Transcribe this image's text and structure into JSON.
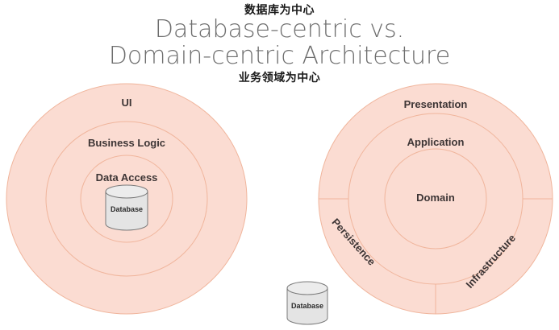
{
  "annotations": {
    "top_note": "数据库为中心",
    "bottom_note": "业务领域为中心"
  },
  "title": "Database-centric vs.\nDomain-centric Architecture",
  "colors": {
    "ring_fill": "#fbdcd2",
    "ring_stroke": "#f0b59c",
    "title_text": "#6e6e6e",
    "label_text": "#3d3535",
    "note_text": "#1a1a1a",
    "cylinder_fill": "#e4e4e4",
    "cylinder_stroke": "#7a7a7a",
    "background": "#ffffff"
  },
  "left_diagram": {
    "name": "database-centric",
    "layers": [
      {
        "label": "UI"
      },
      {
        "label": "Business Logic"
      },
      {
        "label": "Data Access"
      }
    ],
    "cylinder": {
      "label": "Database"
    }
  },
  "right_diagram": {
    "name": "domain-centric",
    "layers": [
      {
        "label": "Presentation"
      },
      {
        "label": "Application"
      },
      {
        "label": "Domain"
      }
    ],
    "outer_segments": [
      {
        "label": "Persistence"
      },
      {
        "label": "Infrastructure"
      }
    ]
  },
  "external_cylinder": {
    "label": "Database"
  }
}
